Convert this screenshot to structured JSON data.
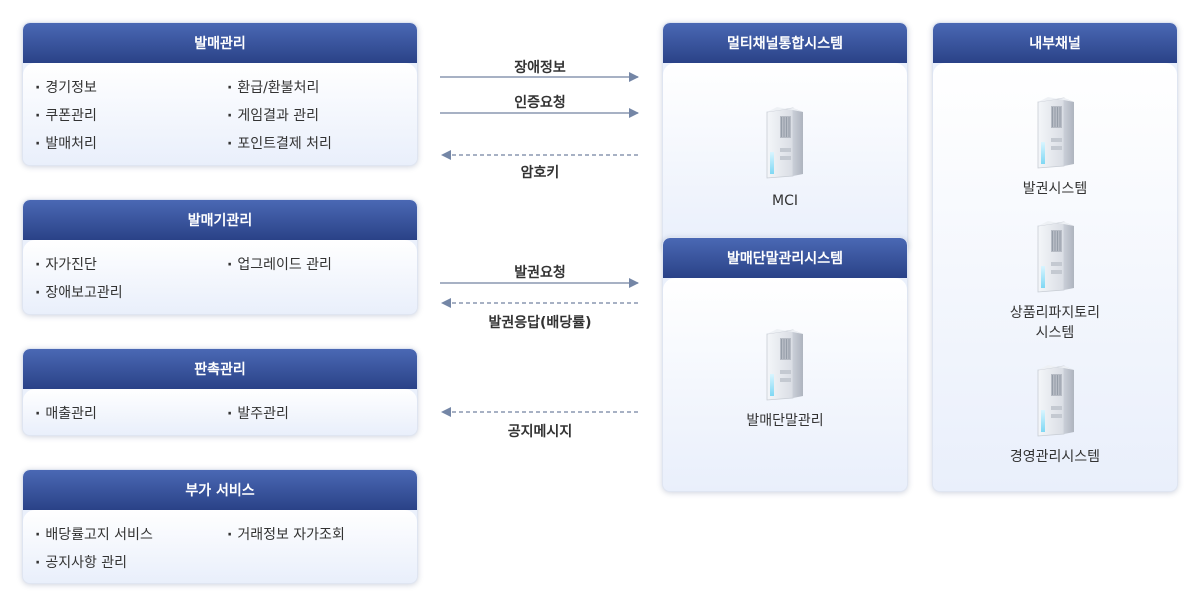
{
  "left_cards": [
    {
      "title": "발매관리",
      "items": [
        "경기정보",
        "환급/환불처리",
        "쿠폰관리",
        "게임결과 관리",
        "발매처리",
        "포인트결제 처리"
      ]
    },
    {
      "title": "발매기관리",
      "items": [
        "자가진단",
        "업그레이드 관리",
        "장애보고관리"
      ]
    },
    {
      "title": "판촉관리",
      "items": [
        "매출관리",
        "발주관리"
      ]
    },
    {
      "title": "부가 서비스",
      "items": [
        "배당률고지 서비스",
        "거래정보 자가조회",
        "공지사항 관리"
      ]
    }
  ],
  "arrows": {
    "fault_info": "장애정보",
    "auth_request": "인증요청",
    "crypto_key": "암호키",
    "issue_request": "발권요청",
    "issue_response": "발권응답(배당률)",
    "notice_message": "공지메시지"
  },
  "multichannel": {
    "title": "멀티채널통합시스템",
    "server_label": "MCI"
  },
  "terminal": {
    "title": "발매단말관리시스템",
    "server_label": "발매단말관리"
  },
  "internal": {
    "title": "내부채널",
    "servers": [
      "발권시스템",
      "상품리파지토리\n시스템",
      "경영관리시스템"
    ]
  }
}
